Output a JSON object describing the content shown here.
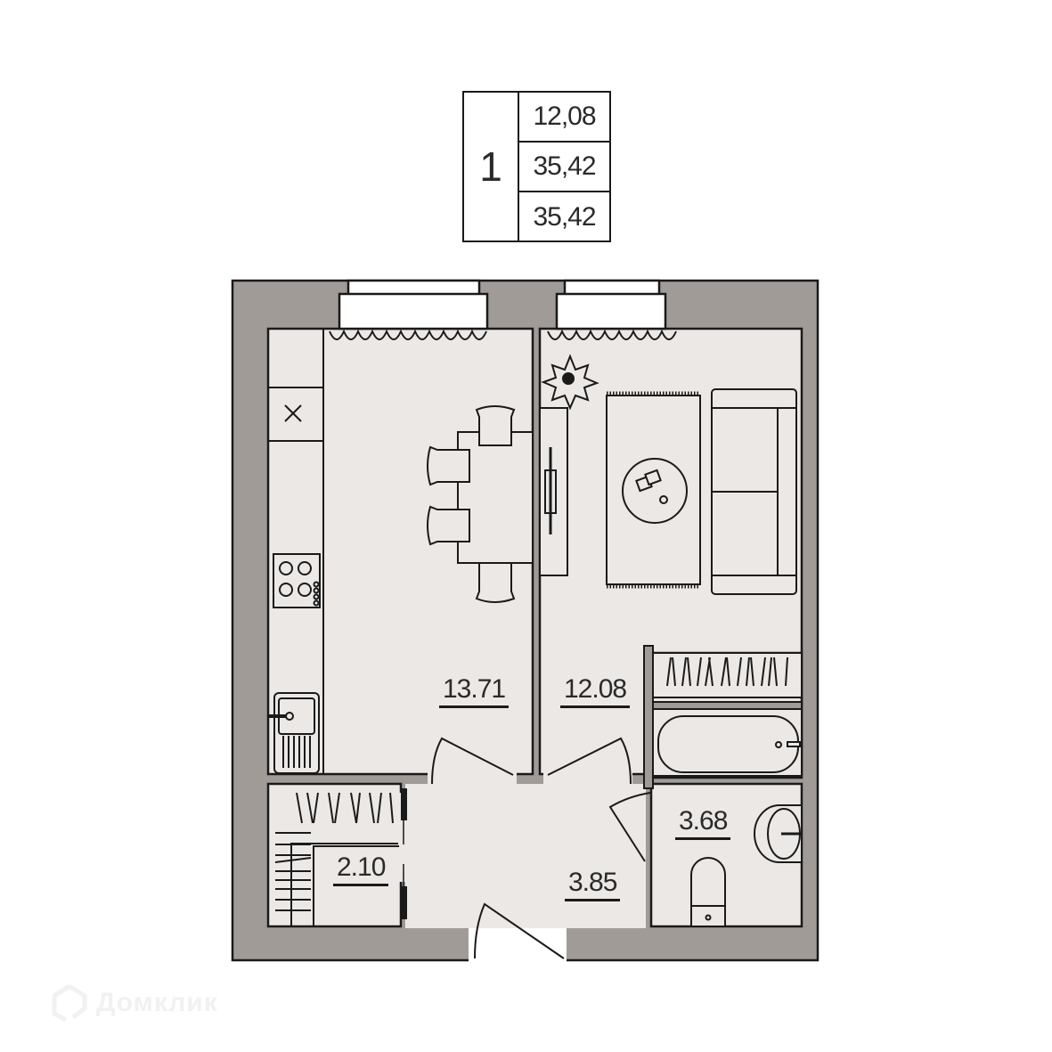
{
  "summary": {
    "rooms_count": "1",
    "living_area": "12,08",
    "total_area": "35,42",
    "total_area_with_balcony": "35,42"
  },
  "rooms": [
    {
      "name": "kitchen",
      "area": "13.71"
    },
    {
      "name": "living-room",
      "area": "12.08"
    },
    {
      "name": "bathroom",
      "area": "3.68"
    },
    {
      "name": "hallway",
      "area": "3.85"
    },
    {
      "name": "storage",
      "area": "2.10"
    }
  ],
  "watermark": {
    "text": "Домклик",
    "icon": "house-logo-icon"
  },
  "colors": {
    "wall": "#a19b98",
    "floor": "#ebe8e6",
    "line": "#1a1a1a",
    "background": "#ffffff"
  }
}
